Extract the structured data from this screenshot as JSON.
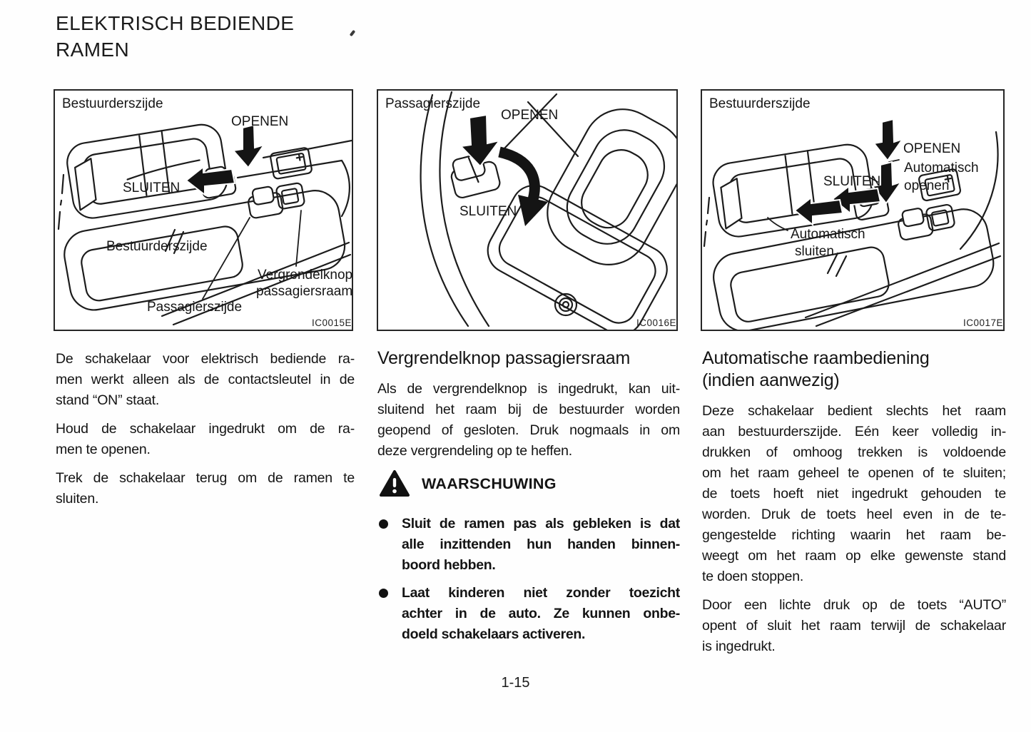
{
  "page": {
    "title_line1": "ELEKTRISCH BEDIENDE",
    "title_line2": "RAMEN"
  },
  "figures": [
    {
      "side_label": "Bestuurderszijde",
      "open_label": "OPENEN",
      "close_label": "SLUITEN",
      "driver_switch_label": "Bestuurderszijde",
      "passenger_switch_label": "Passagierszijde",
      "lock_label_line1": "Vergrendelknop",
      "lock_label_line2": "passagiersraam",
      "code": "IC0015E"
    },
    {
      "side_label": "Passagierszijde",
      "open_label": "OPENEN",
      "close_label": "SLUITEN",
      "code": "IC0016E"
    },
    {
      "side_label": "Bestuurderszijde",
      "open_label": "OPENEN",
      "close_label": "SLUITEN",
      "auto_open_line1": "Automatisch",
      "auto_open_line2": "openen",
      "auto_close_line1": "Automatisch",
      "auto_close_line2": "sluiten",
      "code": "IC0017E"
    }
  ],
  "columns": {
    "col1": {
      "p1": [
        "De schakelaar voor elektrisch bediende ra-",
        "men werkt alleen als de contactsleutel in de",
        "stand “ON” staat."
      ],
      "p2": [
        "Houd de schakelaar ingedrukt om de ra-",
        "men te openen."
      ],
      "p3": [
        "Trek de schakelaar terug om de ramen te",
        "sluiten."
      ]
    },
    "col2": {
      "heading": "Vergrendelknop passagiersraam",
      "p1": [
        "Als de vergrendelknop is ingedrukt, kan uit-",
        "sluitend het raam bij de bestuurder worden",
        "geopend of gesloten. Druk nogmaals in om",
        "deze vergrendeling op te heffen."
      ],
      "warning_title": "WAARSCHUWING",
      "bullets": [
        {
          "lines": [
            "Sluit de ramen pas als gebleken is dat",
            "alle inzittenden hun handen binnen-",
            "boord hebben."
          ]
        },
        {
          "lines": [
            "Laat kinderen niet zonder toezicht",
            "achter in de auto. Ze kunnen onbe-",
            "doeld schakelaars activeren."
          ]
        }
      ]
    },
    "col3": {
      "heading_line1": "Automatische raambediening",
      "heading_line2": "(indien aanwezig)",
      "p1": [
        "Deze schakelaar bedient slechts het raam",
        "aan bestuurderszijde. Eén keer volledig in-",
        "drukken of omhoog trekken is voldoende",
        "om het raam geheel te openen of te sluiten;",
        "de toets hoeft niet ingedrukt gehouden te",
        "worden. Druk de toets heel even in de te-",
        "gengestelde richting waarin het raam be-",
        "weegt om het raam op elke gewenste stand",
        "te doen stoppen."
      ],
      "p2": [
        "Door een lichte druk op de toets “AUTO”",
        "opent of sluit het raam terwijl de schakelaar",
        "is ingedrukt."
      ]
    }
  },
  "footer": {
    "page_number": "1-15"
  }
}
